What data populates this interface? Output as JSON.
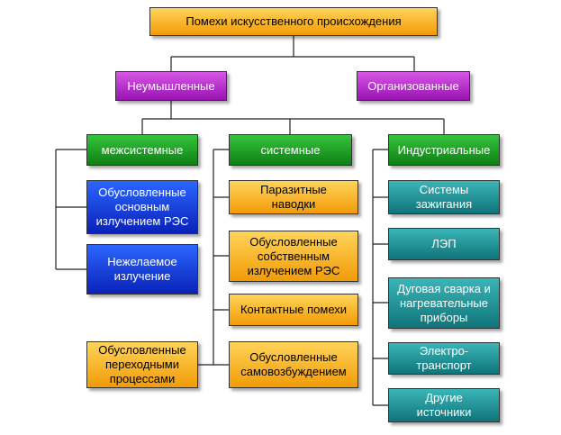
{
  "root": {
    "label": "Помехи искусственного происхождения"
  },
  "level1": {
    "unintentional": "Неумышленные",
    "organized": "Организованные"
  },
  "level2": {
    "intersystem": "межсистемные",
    "system": "системные",
    "industrial": "Индустриальные"
  },
  "intersystem_items": {
    "main_emission": [
      "Обусловленные",
      "основным",
      "излучением РЭС"
    ],
    "unwanted_emission": [
      "Нежелаемое",
      "излучение"
    ]
  },
  "system_items": {
    "parasitic": [
      "Паразитные",
      "наводки"
    ],
    "own_emission": [
      "Обусловленные",
      "собственным",
      "излучением РЭС"
    ],
    "contact": [
      "Контактные помехи"
    ],
    "self_excitation": [
      "Обусловленные",
      "самовозбуждением"
    ],
    "transients": [
      "Обусловленные",
      "переходными",
      "процессами"
    ]
  },
  "industrial_items": {
    "ignition": [
      "Системы",
      "зажигания"
    ],
    "power_lines": [
      "ЛЭП"
    ],
    "welding": [
      "Дуговая сварка и",
      "нагревательные",
      "приборы"
    ],
    "electric_transport": [
      "Электро-",
      "транспорт"
    ],
    "other": [
      "Другие",
      "источники"
    ]
  },
  "colors": {
    "orange": "#f29b07",
    "purple": "#9a13b3",
    "green": "#0f7f14",
    "blue": "#0a22b8",
    "teal": "#0f7479",
    "line": "#222222"
  }
}
